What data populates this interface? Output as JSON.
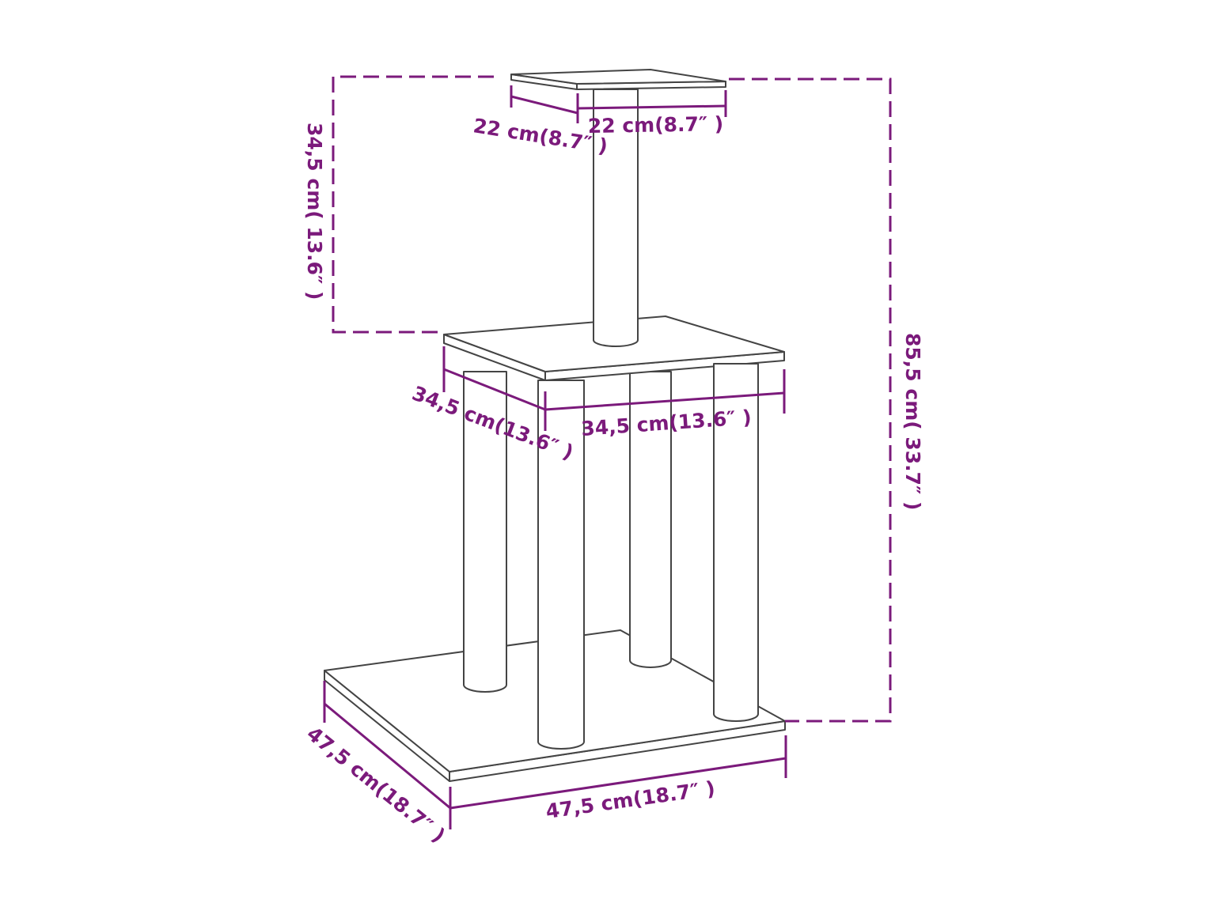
{
  "colors": {
    "dimension": "#7b1a7b",
    "outline": "#444444",
    "background": "#ffffff"
  },
  "labels": {
    "top_platform_depth": "22 cm(8.7″ )",
    "top_platform_width": "22 cm(8.7″ )",
    "top_section_height": "34,5 cm( 13.6″ )",
    "total_height": "85,5 cm( 33.7″ )",
    "middle_platform_depth": "34,5 cm(13.6″ )",
    "middle_platform_width": "34,5 cm(13.6″ )",
    "base_depth": "47,5 cm(18.7″ )",
    "base_width": "47,5 cm(18.7″ )"
  }
}
